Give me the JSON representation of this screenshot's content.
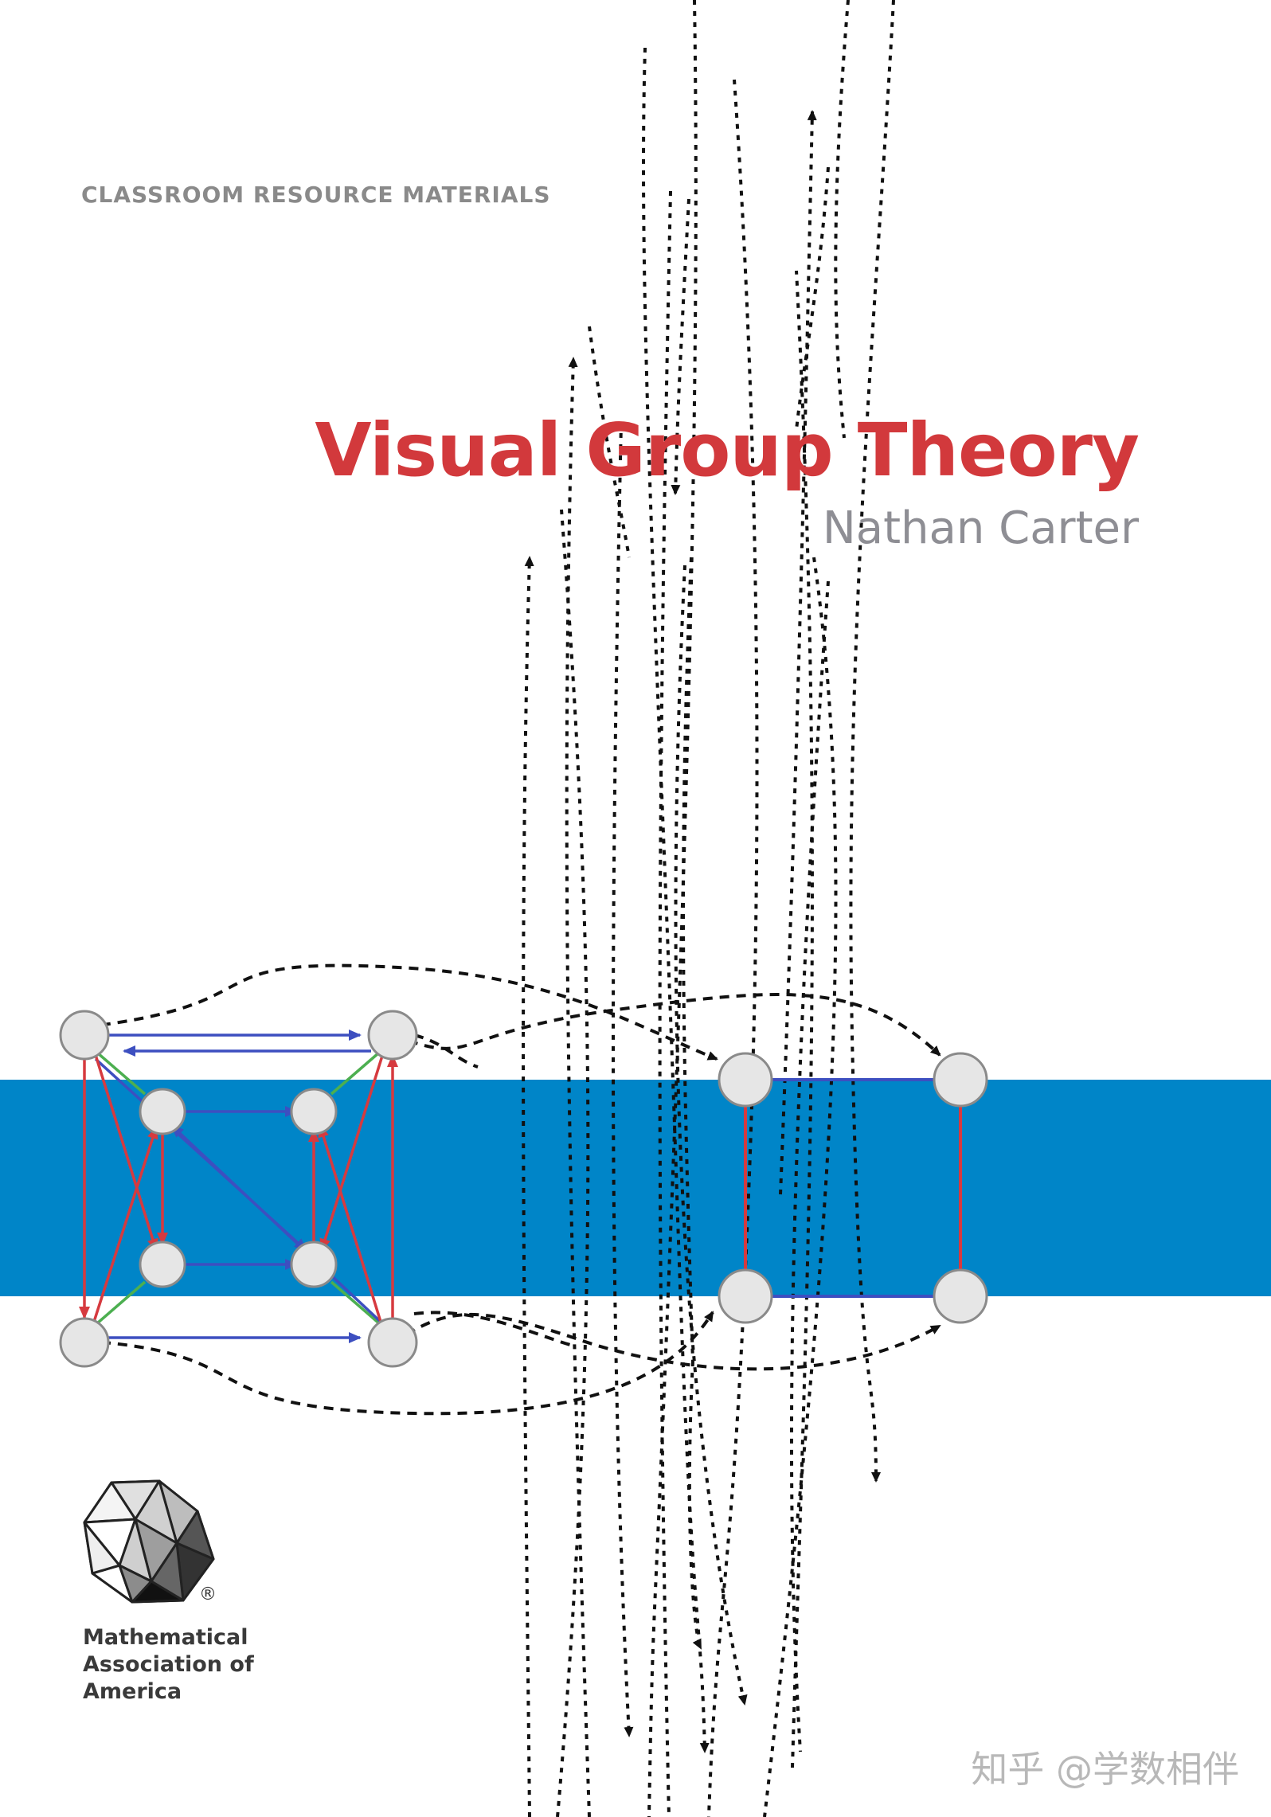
{
  "cover": {
    "series": "CLASSROOM RESOURCE MATERIALS",
    "title": "Visual Group Theory",
    "author": "Nathan Carter",
    "publisher": {
      "lines": [
        "Mathematical",
        "Association of",
        "America"
      ],
      "registered": "®"
    },
    "watermark": "知乎 @学数相伴"
  },
  "colors": {
    "band": "#0085c8",
    "title": "#d2393c",
    "author": "#8e8e94",
    "series": "#8a8a8a",
    "node_fill": "#e6e6e6",
    "node_stroke": "#8a8a8a",
    "arrow_red": "#d63a3f",
    "arrow_blue": "#3d4fc0",
    "arrow_green": "#4caf50",
    "dashed": "#111111"
  },
  "icons": {
    "logo": "icosahedron-logo-icon"
  }
}
